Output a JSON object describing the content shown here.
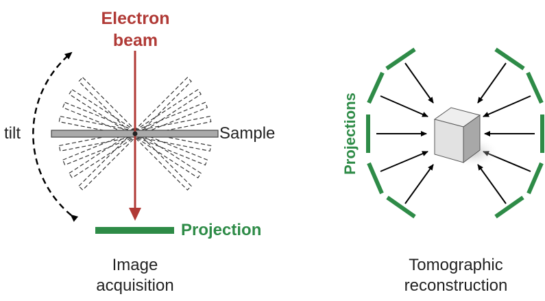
{
  "left_panel": {
    "beam_label_line1": "Electron",
    "beam_label_line2": "beam",
    "tilt_label": "tilt",
    "sample_label": "Sample",
    "projection_label": "Projection",
    "caption_line1": "Image",
    "caption_line2": "acquisition"
  },
  "right_panel": {
    "projections_label": "Projections",
    "caption_line1": "Tomographic",
    "caption_line2": "reconstruction"
  },
  "colors": {
    "beam": "#b03a36",
    "projection_green": "#2e8b47",
    "sample_gray": "#aaaaaa",
    "text": "#222222"
  }
}
